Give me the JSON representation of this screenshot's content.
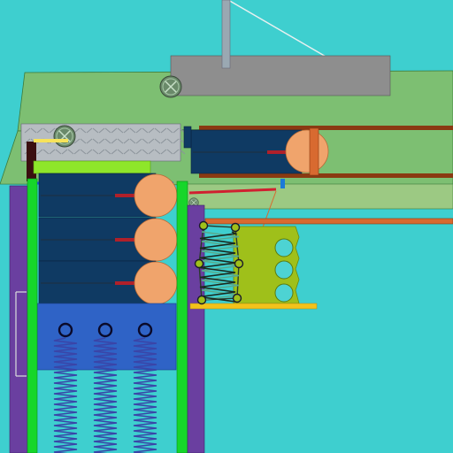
{
  "scene": {
    "background": "#3ecfcf",
    "colors": {
      "ground": "#7dbf72",
      "ground_stroke": "#3c7a3a",
      "ground_light": "#9cc983",
      "plate_gray": "#8e8e8e",
      "plate_light": "#b7bdc2",
      "pole": "#9aa8b2",
      "rope": "#e8f0f0",
      "navy": "#0f3a63",
      "rod": "#1f2f3c",
      "red": "#b0202a",
      "ball": "#f0a46c",
      "ball_stroke": "#b86a36",
      "brown": "#8a3a12",
      "orange": "#d86a30",
      "green_bar": "#16d62a",
      "lime": "#8ee62a",
      "purple": "#6a3fa0",
      "blue_block": "#2f63c6",
      "blue_line": "#1b50ff",
      "spring": "#3a45a8",
      "spring_green": "#5aa88a",
      "yellow_green": "#9fc01a",
      "yellow": "#f2c21b",
      "hole": "#4dd3d3",
      "dark_brown": "#3a0f10",
      "pin_yellow": "#f7e35a"
    },
    "icons": [
      "gear-icon",
      "gear-icon",
      "gear-icon",
      "gear-icon"
    ],
    "cannons_left_count": 3,
    "springs_count": 3,
    "holes_count": 3
  }
}
